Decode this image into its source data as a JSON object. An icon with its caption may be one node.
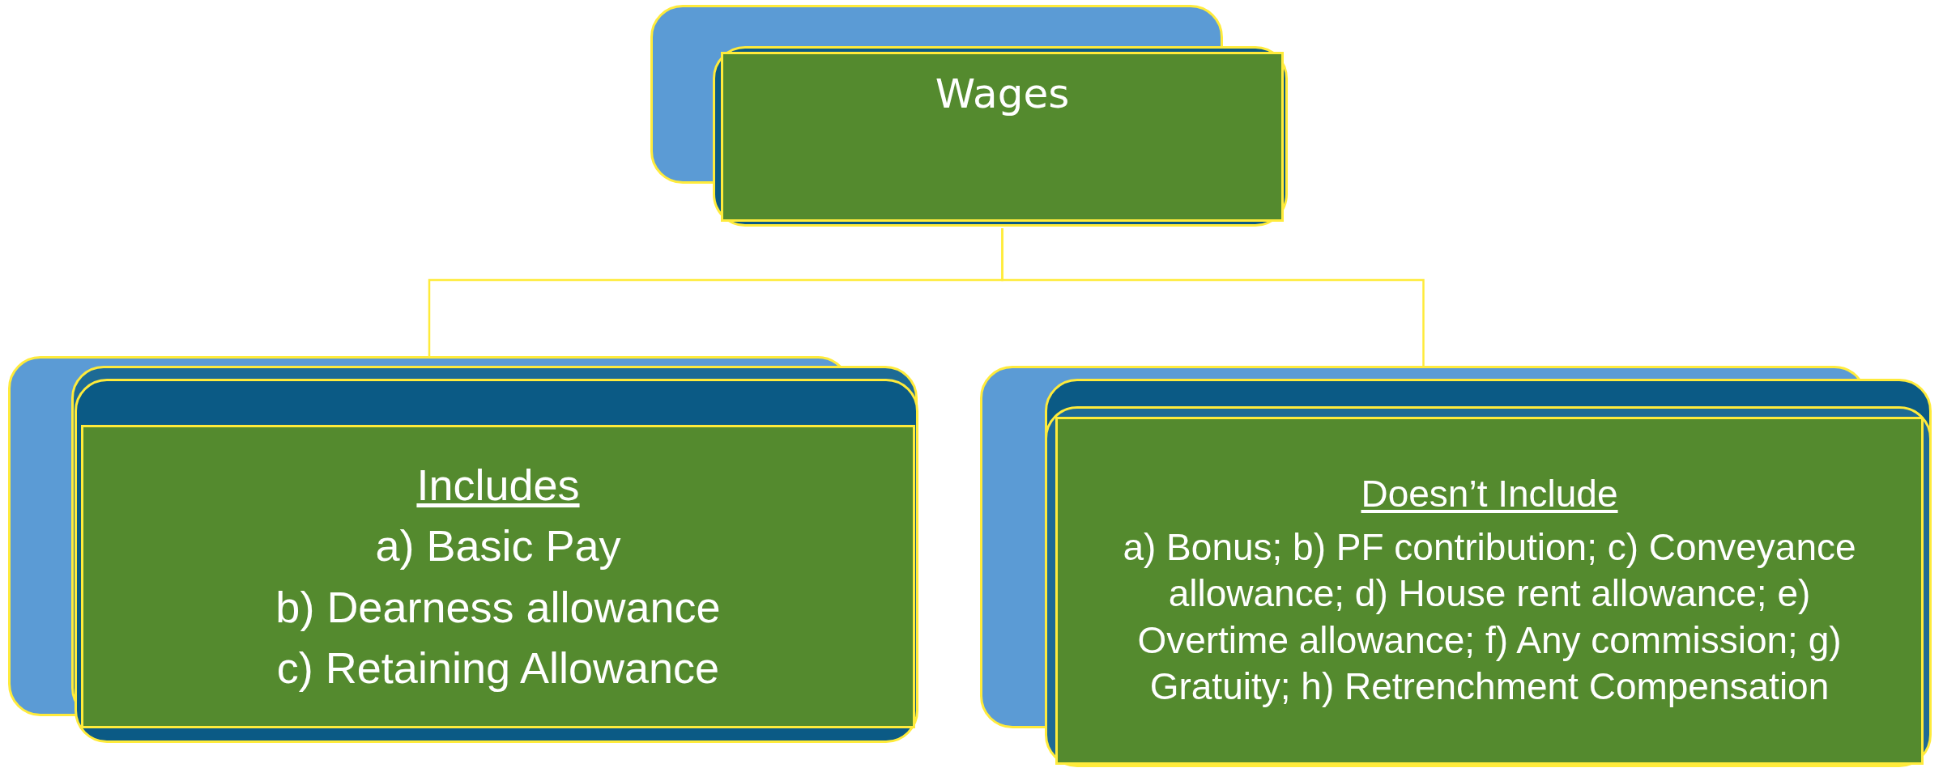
{
  "diagram": {
    "nodes": [
      {
        "text": [
          "Wages"
        ]
      },
      {
        "text": [
          "Includes",
          "a) Basic Pay",
          "b) Dearness allowance",
          "c) Retaining Allowance"
        ]
      },
      {
        "text": [
          "Doesn’t Include",
          "a) Bonus; b) PF contribution; c) Conveyance allowance; d) House rent allowance; e) Overtime allowance; f) Any commission; g) Gratuity; h) Retrenchment Compensation"
        ]
      }
    ],
    "edges": [
      {
        "from": 0,
        "to": 1,
        "arrow": "none"
      },
      {
        "from": 0,
        "to": 2,
        "arrow": "none"
      }
    ]
  }
}
